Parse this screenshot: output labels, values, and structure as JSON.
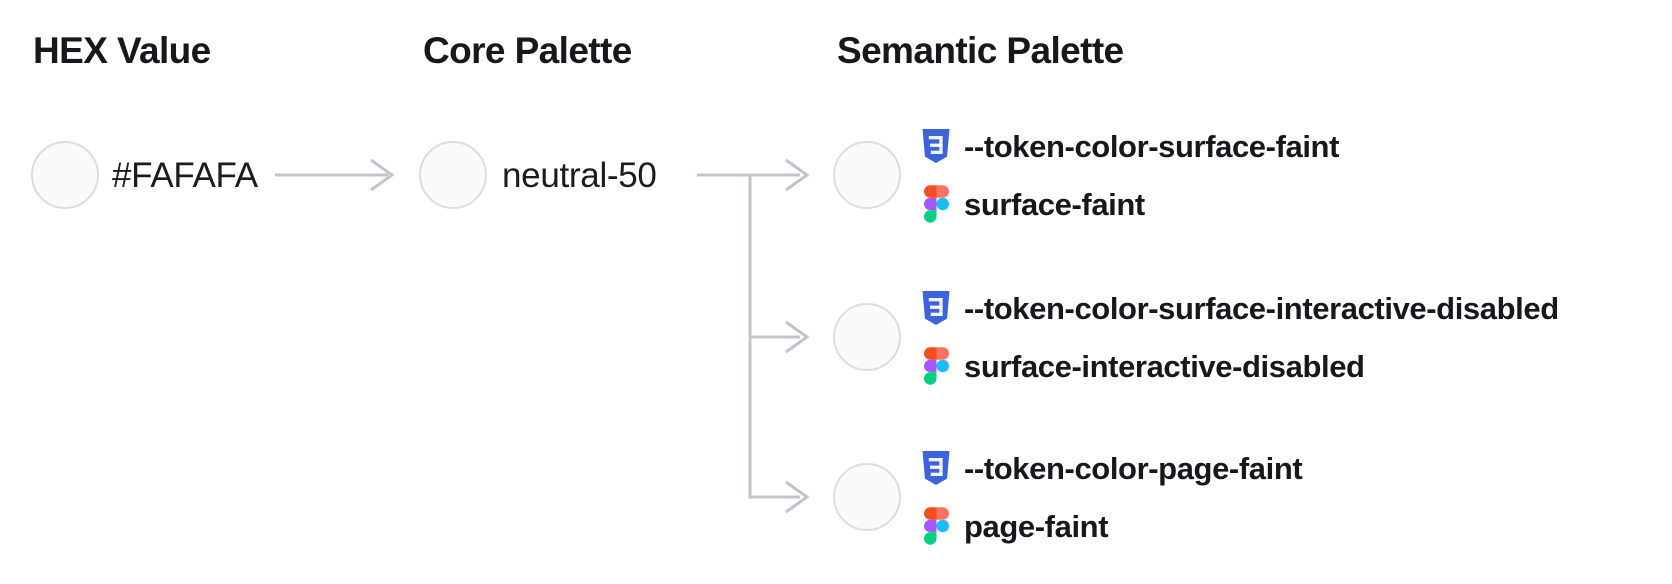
{
  "columns": {
    "hex": "HEX Value",
    "core": "Core Palette",
    "semantic": "Semantic Palette"
  },
  "hex": {
    "value": "#FAFAFA"
  },
  "core": {
    "name": "neutral-50"
  },
  "semantic": {
    "items": [
      {
        "css_variable": "--token-color-surface-faint",
        "figma_style": "surface-faint"
      },
      {
        "css_variable": "--token-color-surface-interactive-disabled",
        "figma_style": "surface-interactive-disabled"
      },
      {
        "css_variable": "--token-color-page-faint",
        "figma_style": "page-faint"
      }
    ]
  },
  "swatch": {
    "fill": "#FAFAFA",
    "border": "#DBDDE5"
  },
  "colors": {
    "text": "#17181C",
    "connector": "#C0C3CC",
    "css_badge_blue": "#3D63DC",
    "figma_red": "#F24E1E",
    "figma_salmon": "#FF7262",
    "figma_purple": "#A259FF",
    "figma_blue": "#1ABCFE",
    "figma_green": "#0ACF83"
  },
  "icons": {
    "css": "css3-badge-icon",
    "figma": "figma-logo-icon"
  }
}
